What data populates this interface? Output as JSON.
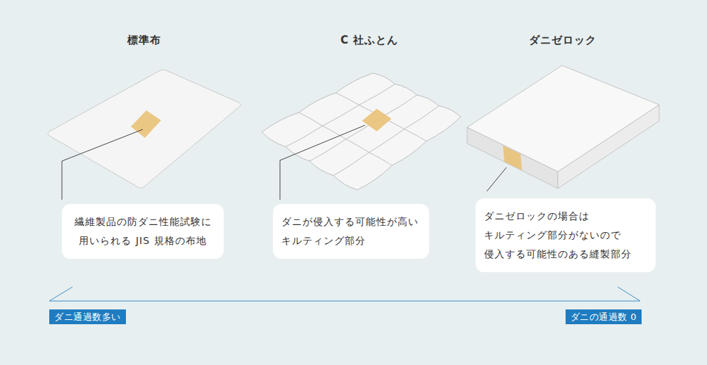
{
  "diagram": {
    "nodes": [
      {
        "text": [
          "繊維製品の防ダニ性能試験に 用いられる JIS 規格の布地"
        ]
      },
      {
        "text": [
          "ダニが侵入する可能性が高い キルティング部分"
        ]
      },
      {
        "text": [
          "ダニゼロックの場合は キルティング部分がないので 侵入する可能性のある縫製部分"
        ]
      },
      {
        "text": [
          "ダニ通過数多い"
        ]
      },
      {
        "text": [
          "ダニの通過数 0"
        ]
      }
    ],
    "labels": [
      "標準布",
      "C 社ふとん",
      "ダニゼロック"
    ]
  }
}
